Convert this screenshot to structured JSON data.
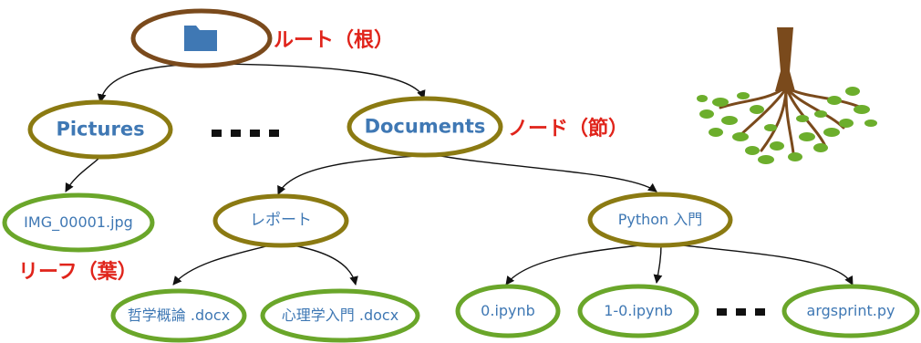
{
  "root": {
    "annotation": "ルート（根）",
    "icon": "folder-icon",
    "icon_color": "#3f78b4"
  },
  "nodes": {
    "pictures": "Pictures",
    "documents": "Documents",
    "documents_annotation": "ノード（節）",
    "report": "レポート",
    "python": "Python 入門"
  },
  "leaves": {
    "img": "IMG_00001.jpg",
    "leaf_annotation": "リーフ（葉）",
    "philosophy": "哲学概論 .docx",
    "psychology": "心理学入門 .docx",
    "ipynb0": "0.ipynb",
    "ipynb1": "1-0.ipynb",
    "argsprint": "argsprint.py"
  },
  "colors": {
    "root_border": "#7a4a1c",
    "node_border": "#8b7a12",
    "leaf_border": "#6aa62a",
    "text": "#3f78b4",
    "annotation": "#e0241b",
    "tree_trunk": "#7a4a1c",
    "tree_leaves": "#6cae2c"
  }
}
